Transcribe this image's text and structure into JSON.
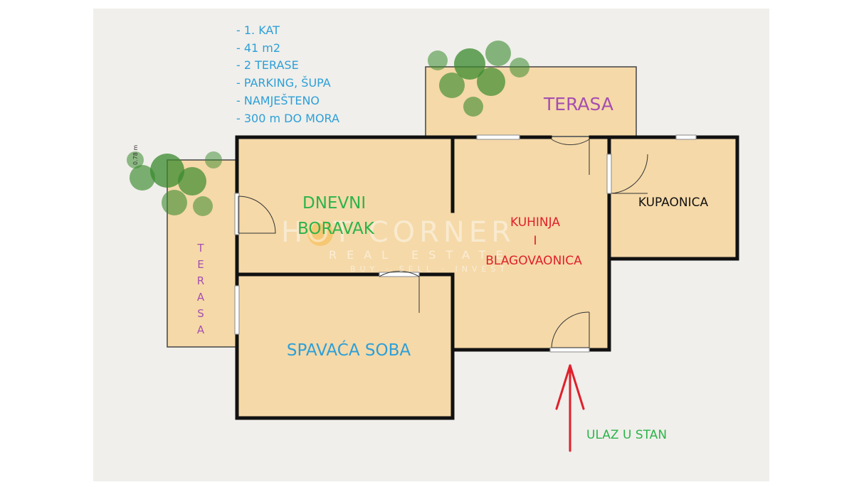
{
  "info_list": [
    "- 1. KAT",
    "- 41 m2",
    "- 2 TERASE",
    "- PARKING, ŠUPA",
    "- NAMJEŠTENO",
    "- 300 m DO MORA"
  ],
  "rooms": {
    "terasa_top": "TERASA",
    "terasa_side": [
      "T",
      "E",
      "R",
      "A",
      "S",
      "A"
    ],
    "dnevni_line1": "DNEVNI",
    "dnevni_line2": "BORAVAK",
    "kuhinja_line1": "KUHINJA",
    "kuhinja_line2": "I",
    "kuhinja_line3": "BLAGOVAONICA",
    "kupaonica": "KUPAONICA",
    "spavaca": "SPAVAĆA SOBA"
  },
  "entrance_label": "ULAZ U STAN",
  "dimension_label": "0.78 m",
  "watermark": {
    "brand": "HOT CORNER",
    "sub": "REAL ESTATE",
    "tag": "BUY · SELL · INVEST"
  },
  "colors": {
    "room_fill": "#f5d9a8",
    "wall": "#111111",
    "info_text": "#2e9fd8",
    "green_label": "#2db34a",
    "purple_label": "#a54fb0",
    "red_label": "#e0202c",
    "arrow": "#e0202c"
  }
}
